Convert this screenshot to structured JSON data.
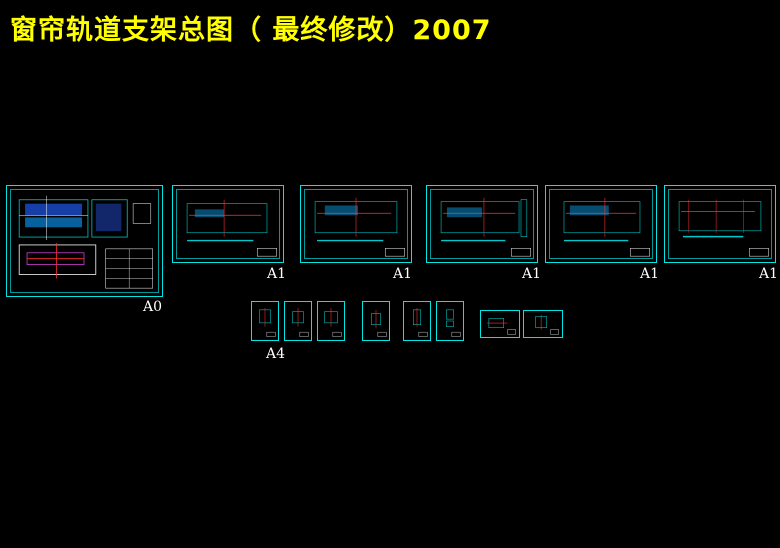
{
  "title": "窗帘轨道支架总图（ 最终修改）2007",
  "labels": {
    "a0": "A0",
    "a1": "A1",
    "a4": "A4"
  },
  "colors": {
    "background": "#000000",
    "title": "#ffff00",
    "frame": "#00e5e5",
    "annotation": "#ff3030",
    "label": "#ffffff"
  }
}
